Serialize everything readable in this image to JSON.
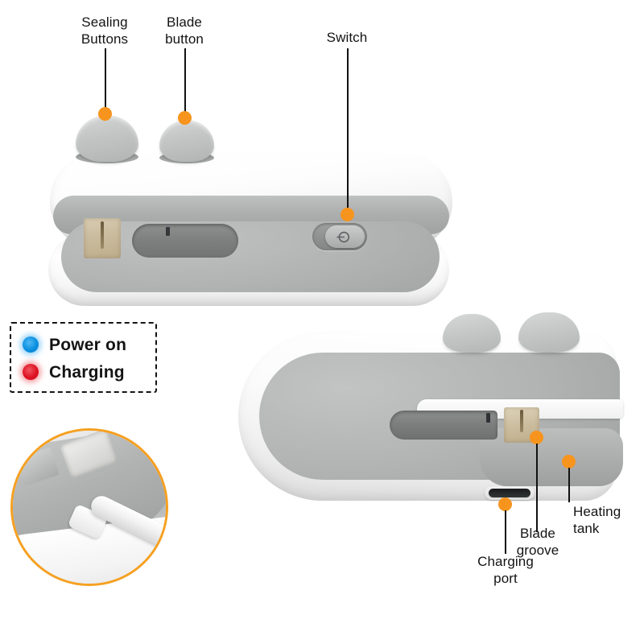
{
  "diagram": {
    "title": "Mini Bag Sealer Product Feature Diagram",
    "accent_color": "#F7941D",
    "label_color": "#141414",
    "background": "#FFFFFF"
  },
  "callouts": [
    {
      "id": "sealing-buttons",
      "label": "Sealing\nButtons"
    },
    {
      "id": "blade-button",
      "label": "Blade\nbutton"
    },
    {
      "id": "switch",
      "label": "Switch"
    },
    {
      "id": "charging-port",
      "label": "Charging\nport"
    },
    {
      "id": "blade-groove",
      "label": "Blade\ngroove"
    },
    {
      "id": "heating-tank",
      "label": "Heating\ntank"
    }
  ],
  "legend": {
    "border_style": "dashed",
    "items": [
      {
        "id": "power-on",
        "label": "Power on",
        "color": "#0A8FE0"
      },
      {
        "id": "charging",
        "label": "Charging",
        "color": "#DE1222"
      }
    ]
  },
  "inset": {
    "id": "charging-closeup",
    "border_color": "#F6A020",
    "shape": "circle",
    "depicts": "usb-c-cable-plugged-in"
  },
  "devices": [
    {
      "id": "device-front-view",
      "orientation": "horizontal",
      "icons": [
        "power-icon"
      ]
    },
    {
      "id": "device-rotated-view",
      "orientation": "rotated",
      "icons": [
        "usb-c-port-icon"
      ]
    }
  ]
}
